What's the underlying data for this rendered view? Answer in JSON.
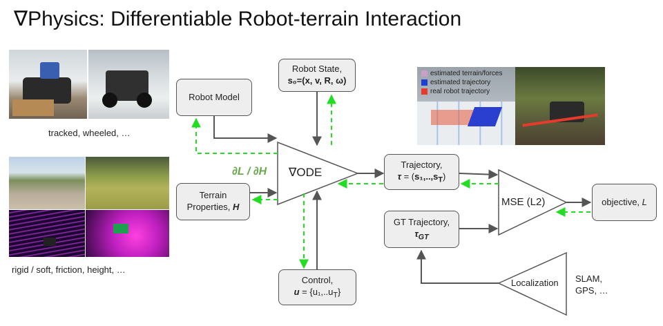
{
  "title": "∇Physics: Differentiable Robot-terrain Interaction",
  "robot_model": {
    "label": "Robot Model"
  },
  "robot_state": {
    "line1": "Robot State,",
    "line2": "s₀=(x, v, R, ω)"
  },
  "terrain": {
    "line1": "Terrain",
    "line2a": "Properties, ",
    "line2b": "H"
  },
  "ode": {
    "label": "∇ODE"
  },
  "control": {
    "line1": "Control,",
    "line2a": "u",
    "line2b": " = {u₁,..u"
  },
  "trajectory": {
    "line1": "Trajectory,",
    "line2a": "τ",
    "line2b": " = (",
    "line2c": "s₁,..,s"
  },
  "gt_trajectory": {
    "line1": "GT Trajectory,",
    "line2": "τ"
  },
  "mse": {
    "label": "MSE (L2)"
  },
  "objective": {
    "label": "objective, ",
    "var": "L"
  },
  "localization": {
    "label": "Localization",
    "side_text": "SLAM,\nGPS, …"
  },
  "gradient_label": "∂L / ∂H",
  "captions": {
    "robots": "tracked, wheeled, …",
    "terrain": "rigid / soft, friction, height, …"
  },
  "legend": [
    {
      "label": "estimated terrain/forces",
      "color": "#c9a0c9"
    },
    {
      "label": "estimated trajectory",
      "color": "#1f3fd0"
    },
    {
      "label": "real robot trajectory",
      "color": "#e53b2c"
    }
  ],
  "colors": {
    "gradient": "#22dd22",
    "forward": "#555555",
    "grad_text": "#6aa84f"
  }
}
